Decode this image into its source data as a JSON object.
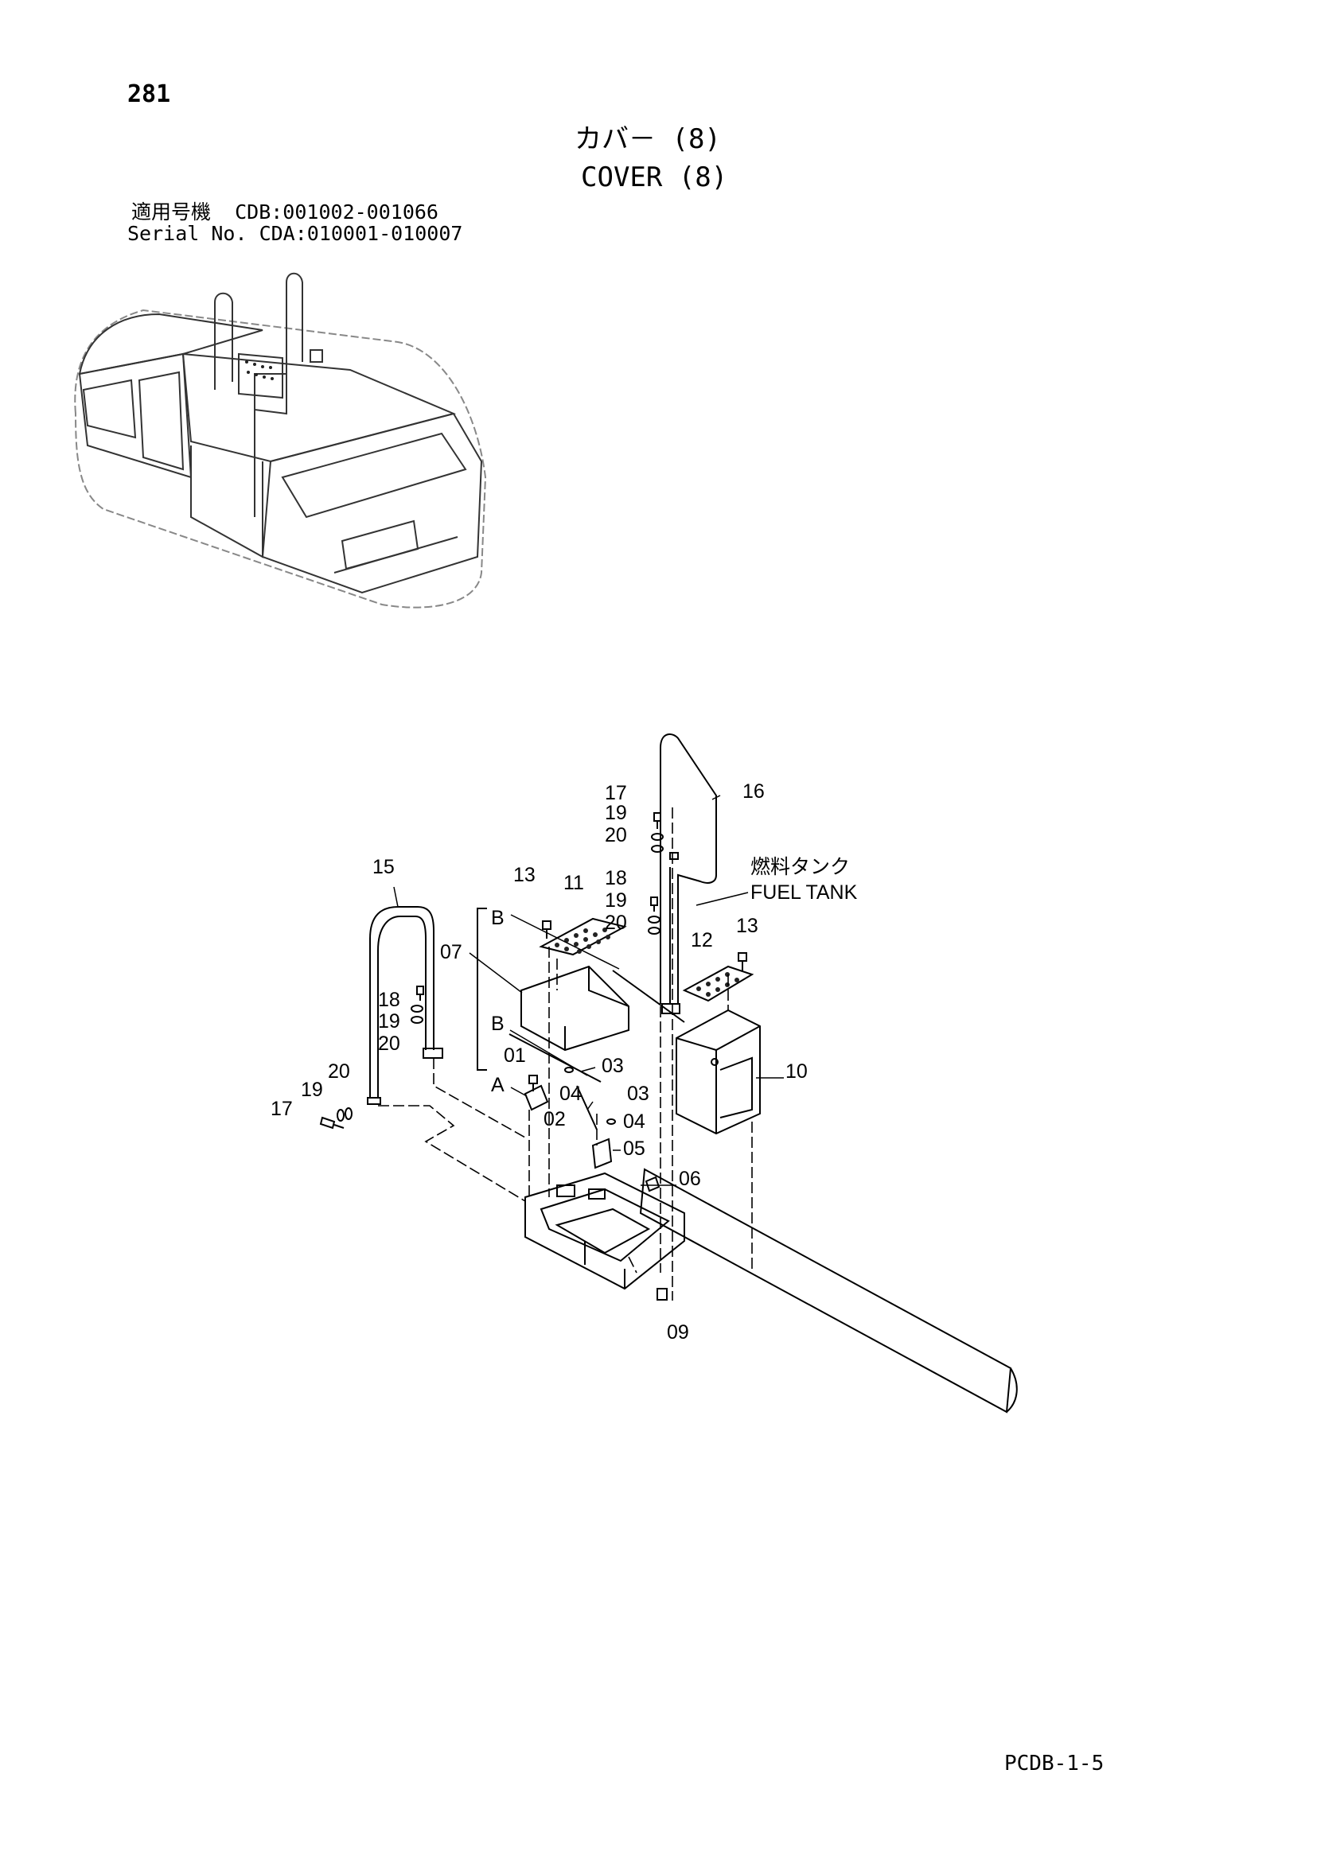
{
  "header": {
    "page_number": "281",
    "title_ja": "カバ－ (8)",
    "title_en": "COVER (8)",
    "serial_ja": "適用号機  CDB:001002-001066",
    "serial_en": "Serial No. CDA:010001-010007"
  },
  "footer": {
    "doc_code": "PCDB-1-5"
  },
  "callouts": [
    {
      "id": "c15",
      "text": "15"
    },
    {
      "id": "c13a",
      "text": "13"
    },
    {
      "id": "c11",
      "text": "11"
    },
    {
      "id": "c17a",
      "text": "17"
    },
    {
      "id": "c19a",
      "text": "19"
    },
    {
      "id": "c20a",
      "text": "20"
    },
    {
      "id": "c16",
      "text": "16"
    },
    {
      "id": "c18a",
      "text": "18"
    },
    {
      "id": "c19b",
      "text": "19"
    },
    {
      "id": "c20b",
      "text": "20"
    },
    {
      "id": "c12",
      "text": "12"
    },
    {
      "id": "c13b",
      "text": "13"
    },
    {
      "id": "cB1",
      "text": "B"
    },
    {
      "id": "c07",
      "text": "07"
    },
    {
      "id": "c18b",
      "text": "18"
    },
    {
      "id": "c19c",
      "text": "19"
    },
    {
      "id": "c20c",
      "text": "20"
    },
    {
      "id": "cB2",
      "text": "B"
    },
    {
      "id": "c01",
      "text": "01"
    },
    {
      "id": "c03a",
      "text": "03"
    },
    {
      "id": "cA",
      "text": "A"
    },
    {
      "id": "c04a",
      "text": "04"
    },
    {
      "id": "c03b",
      "text": "03"
    },
    {
      "id": "c02",
      "text": "02"
    },
    {
      "id": "c04b",
      "text": "04"
    },
    {
      "id": "c10",
      "text": "10"
    },
    {
      "id": "c20d",
      "text": "20"
    },
    {
      "id": "c19d",
      "text": "19"
    },
    {
      "id": "c17b",
      "text": "17"
    },
    {
      "id": "c05",
      "text": "05"
    },
    {
      "id": "c06",
      "text": "06"
    },
    {
      "id": "c09",
      "text": "09"
    }
  ],
  "annotations": {
    "fuel_tank_ja": "燃料タンク",
    "fuel_tank_en": "FUEL TANK"
  }
}
